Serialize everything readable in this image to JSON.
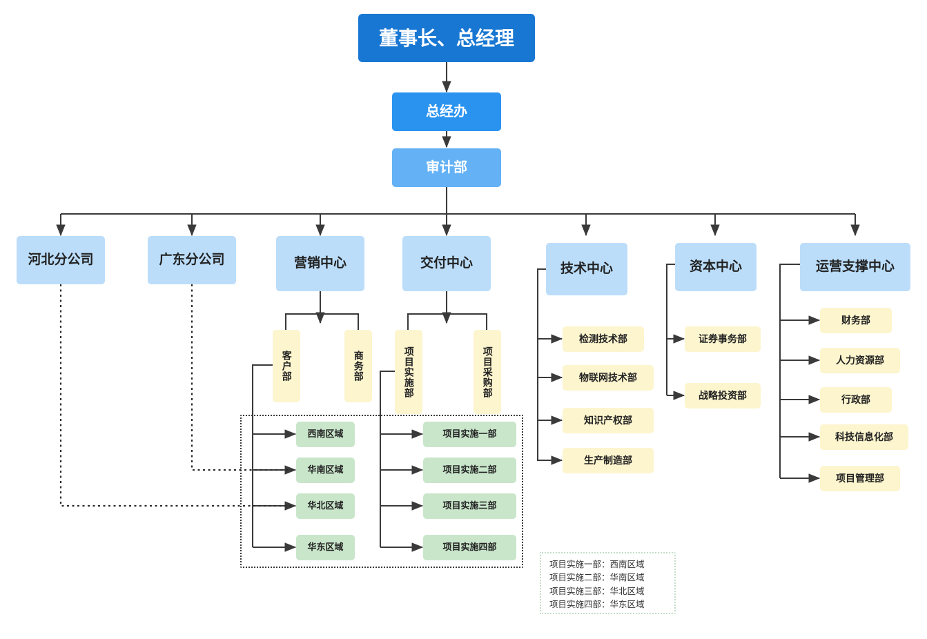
{
  "chart_type": "org-chart",
  "colors": {
    "level1": "#1877D2",
    "level2": "#2A93F0",
    "level3": "#64B2F5",
    "unit": "#BBDDFA",
    "department": "#FCF5CE",
    "region": "#C9E6CB",
    "connector": "#3A3A3A",
    "legend_border": "#C3DCC6",
    "background": "#FFFFFF"
  },
  "top": {
    "chairman": "董事长、总经理",
    "general_office": "总经办",
    "audit": "审计部"
  },
  "units": [
    {
      "label": "河北分公司"
    },
    {
      "label": "广东分公司"
    },
    {
      "label": "营销中心"
    },
    {
      "label": "交付中心"
    },
    {
      "label": "技术中心"
    },
    {
      "label": "资本中心"
    },
    {
      "label": "运营支撑中心"
    }
  ],
  "marketing_departments": [
    {
      "label": "客户部"
    },
    {
      "label": "商务部"
    }
  ],
  "delivery_departments": [
    {
      "label": "项目实施部"
    },
    {
      "label": "项目采购部"
    }
  ],
  "regions": [
    {
      "label": "西南区域"
    },
    {
      "label": "华南区域"
    },
    {
      "label": "华北区域"
    },
    {
      "label": "华东区域"
    }
  ],
  "implementation_departments": [
    {
      "label": "项目实施一部"
    },
    {
      "label": "项目实施二部"
    },
    {
      "label": "项目实施三部"
    },
    {
      "label": "项目实施四部"
    }
  ],
  "tech_departments": [
    {
      "label": "检测技术部"
    },
    {
      "label": "物联网技术部"
    },
    {
      "label": "知识产权部"
    },
    {
      "label": "生产制造部"
    }
  ],
  "capital_departments": [
    {
      "label": "证券事务部"
    },
    {
      "label": "战略投资部"
    }
  ],
  "operations_departments": [
    {
      "label": "财务部"
    },
    {
      "label": "人力资源部"
    },
    {
      "label": "行政部"
    },
    {
      "label": "科技信息化部"
    },
    {
      "label": "项目管理部"
    }
  ],
  "legend": {
    "lines": [
      "项目实施一部：西南区域",
      "项目实施二部：华南区域",
      "项目实施三部：华北区域",
      "项目实施四部：华东区域"
    ]
  }
}
